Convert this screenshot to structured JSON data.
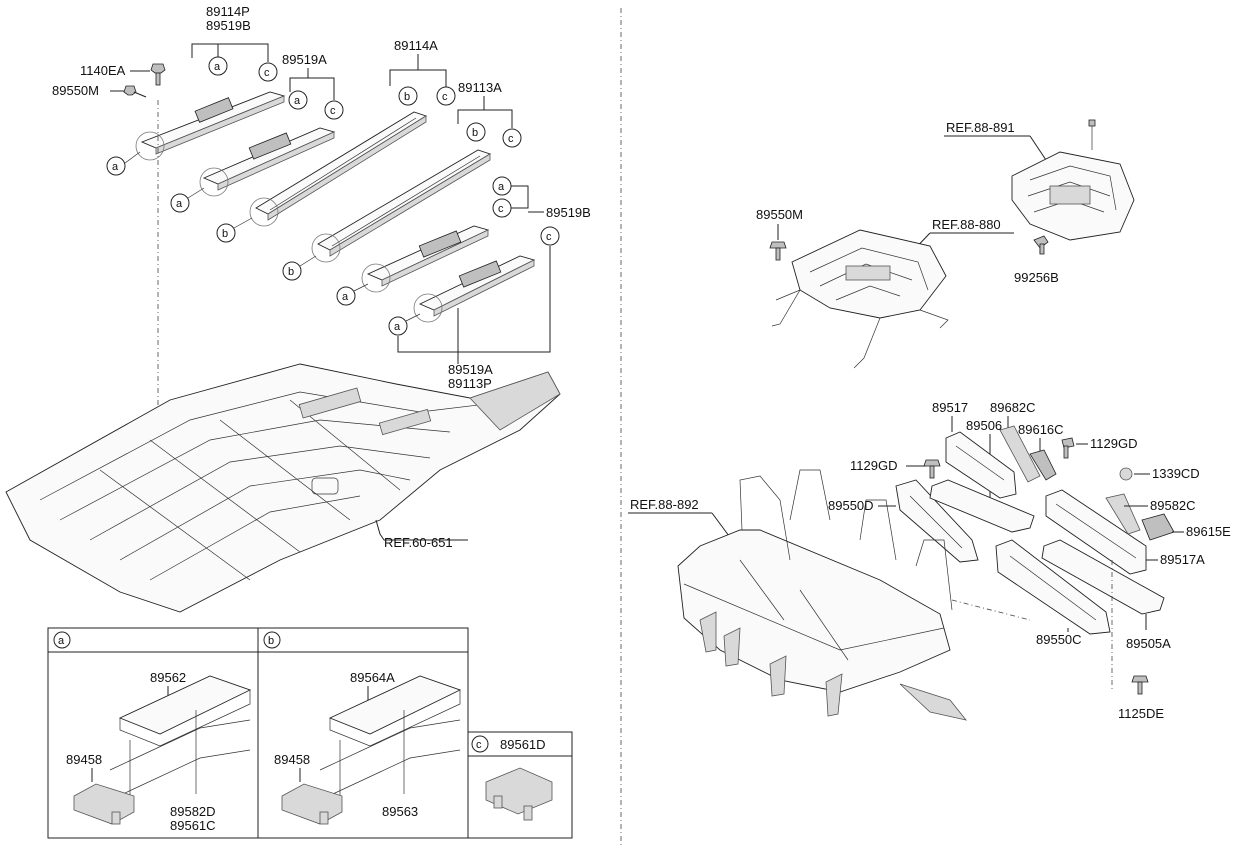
{
  "labels": {
    "p89114P": "89114P",
    "p89519B_top": "89519B",
    "p1140EA": "1140EA",
    "p89550M_left": "89550M",
    "p89519A_top": "89519A",
    "p89114A": "89114A",
    "p89113A": "89113A",
    "p89519B_mid": "89519B",
    "p89519A_bot": "89519A",
    "p89113P": "89113P",
    "ref60651": "REF.60-651",
    "ref88891": "REF.88-891",
    "ref88880": "REF.88-880",
    "p89550M_right": "89550M",
    "p99256B": "99256B",
    "p89517": "89517",
    "p89682C": "89682C",
    "p89506": "89506",
    "p89616C": "89616C",
    "p1129GD_r": "1129GD",
    "p1129GD_l": "1129GD",
    "p1339CD": "1339CD",
    "p89582C": "89582C",
    "p89615E": "89615E",
    "p89550D": "89550D",
    "ref88892": "REF.88-892",
    "p89517A": "89517A",
    "p89550C": "89550C",
    "p89505A": "89505A",
    "p1125DE": "1125DE"
  },
  "detail_a": {
    "letter": "a",
    "top": "89562",
    "clip": "89458",
    "bottom1": "89582D",
    "bottom2": "89561C"
  },
  "detail_b": {
    "letter": "b",
    "top": "89564A",
    "clip": "89458",
    "bottom": "89563"
  },
  "detail_c": {
    "letter": "c",
    "label": "89561D"
  },
  "callouts": {
    "a": "a",
    "b": "b",
    "c": "c"
  }
}
